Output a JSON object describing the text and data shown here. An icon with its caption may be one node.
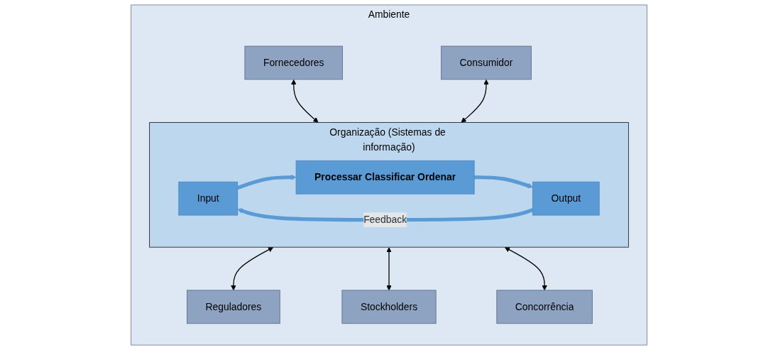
{
  "diagram": {
    "nodes": [
      {
        "text": [
          "Ambiente"
        ]
      },
      {
        "text": [
          "Fornecedores"
        ],
        "in": 0
      },
      {
        "text": [
          "Consumidor"
        ],
        "in": 0
      },
      {
        "text": [
          "Organização (Sistemas de informação)"
        ],
        "in": 0
      },
      {
        "text": [
          "Input"
        ],
        "in": 3
      },
      {
        "text": [
          "Processar Classificar Ordenar"
        ],
        "in": 3
      },
      {
        "text": [
          "Output"
        ],
        "in": 3
      },
      {
        "text": [
          "Reguladores"
        ],
        "in": 0
      },
      {
        "text": [
          "Stockholders"
        ],
        "in": 0
      },
      {
        "text": [
          "Concorrência"
        ],
        "in": 0
      }
    ],
    "edges": [
      {
        "from": 1,
        "to": 3,
        "arrow": "both"
      },
      {
        "from": 2,
        "to": 3,
        "arrow": "both"
      },
      {
        "from": 4,
        "to": 5,
        "arrow": "to",
        "style": "thick",
        "color": "#5b9bd5"
      },
      {
        "from": 5,
        "to": 6,
        "arrow": "to",
        "style": "thick",
        "color": "#5b9bd5"
      },
      {
        "from": 6,
        "to": 4,
        "arrow": "to",
        "label": "Feedback",
        "style": "thick",
        "color": "#5b9bd5"
      },
      {
        "from": 3,
        "to": 7,
        "arrow": "both"
      },
      {
        "from": 3,
        "to": 8,
        "arrow": "both"
      },
      {
        "from": 3,
        "to": 9,
        "arrow": "both"
      }
    ]
  }
}
